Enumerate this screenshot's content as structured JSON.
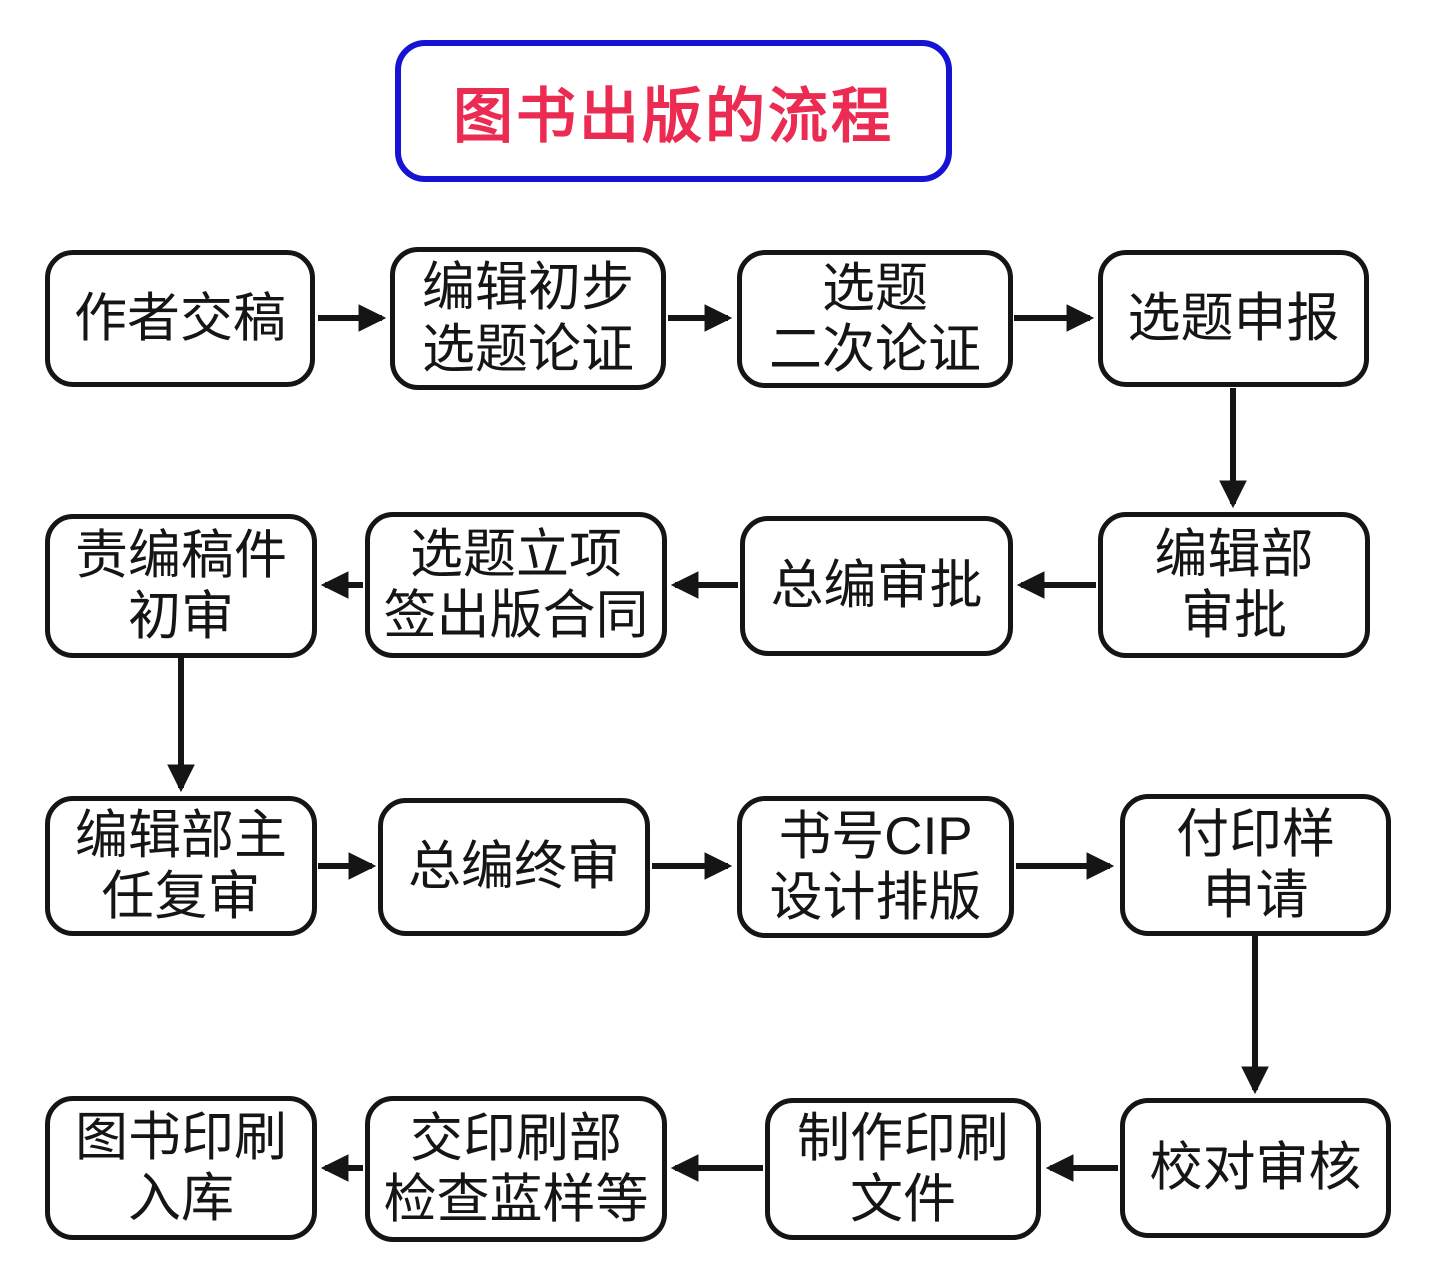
{
  "title": {
    "text": "图书出版的流程"
  },
  "colors": {
    "background": "#ffffff",
    "title_text": "#ec2b52",
    "title_border": "#1713d4",
    "node_border": "#151515",
    "node_text": "#151515",
    "arrow": "#151515"
  },
  "nodes": [
    {
      "id": "author-submit",
      "label": "作者交稿"
    },
    {
      "id": "editor-initial-review",
      "label": "编辑初步\n选题论证"
    },
    {
      "id": "topic-second-review",
      "label": "选题\n二次论证"
    },
    {
      "id": "topic-declaration",
      "label": "选题申报"
    },
    {
      "id": "editorial-dept-approval",
      "label": "编辑部\n审批"
    },
    {
      "id": "chief-editor-approval",
      "label": "总编审批"
    },
    {
      "id": "project-approval-contract",
      "label": "选题立项\n签出版合同"
    },
    {
      "id": "editor-first-review",
      "label": "责编稿件\n初审"
    },
    {
      "id": "dept-director-second-review",
      "label": "编辑部主\n任复审"
    },
    {
      "id": "chief-editor-final-review",
      "label": "总编终审"
    },
    {
      "id": "isbn-cip-design-layout",
      "label": "书号CIP\n设计排版"
    },
    {
      "id": "print-sample-application",
      "label": "付印样\n申请"
    },
    {
      "id": "proofreading-review",
      "label": "校对审核"
    },
    {
      "id": "make-print-files",
      "label": "制作印刷\n文件"
    },
    {
      "id": "print-dept-blueprint-check",
      "label": "交印刷部\n检查蓝样等"
    },
    {
      "id": "book-printed-warehoused",
      "label": "图书印刷\n入库"
    }
  ],
  "edges": [
    {
      "from": "author-submit",
      "to": "editor-initial-review"
    },
    {
      "from": "editor-initial-review",
      "to": "topic-second-review"
    },
    {
      "from": "topic-second-review",
      "to": "topic-declaration"
    },
    {
      "from": "topic-declaration",
      "to": "editorial-dept-approval"
    },
    {
      "from": "editorial-dept-approval",
      "to": "chief-editor-approval"
    },
    {
      "from": "chief-editor-approval",
      "to": "project-approval-contract"
    },
    {
      "from": "project-approval-contract",
      "to": "editor-first-review"
    },
    {
      "from": "editor-first-review",
      "to": "dept-director-second-review"
    },
    {
      "from": "dept-director-second-review",
      "to": "chief-editor-final-review"
    },
    {
      "from": "chief-editor-final-review",
      "to": "isbn-cip-design-layout"
    },
    {
      "from": "isbn-cip-design-layout",
      "to": "print-sample-application"
    },
    {
      "from": "print-sample-application",
      "to": "proofreading-review"
    },
    {
      "from": "proofreading-review",
      "to": "make-print-files"
    },
    {
      "from": "make-print-files",
      "to": "print-dept-blueprint-check"
    },
    {
      "from": "print-dept-blueprint-check",
      "to": "book-printed-warehoused"
    }
  ]
}
